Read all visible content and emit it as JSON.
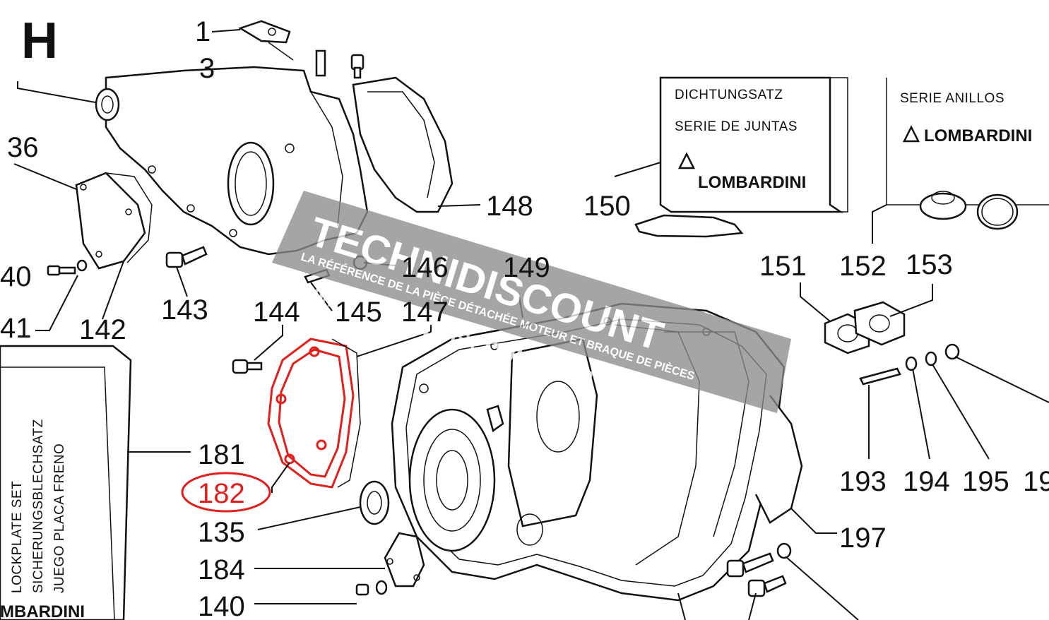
{
  "section_letter": "H",
  "callouts": {
    "c1": "1",
    "c3": "3",
    "c36": "36",
    "c40": "40",
    "c41": "41",
    "c142": "142",
    "c143": "143",
    "c144": "144",
    "c145": "145",
    "c146": "146",
    "c147": "147",
    "c148": "148",
    "c149": "149",
    "c150": "150",
    "c151": "151",
    "c152": "152",
    "c153": "153",
    "c181": "181",
    "c182": "182",
    "c135": "135",
    "c184": "184",
    "c140": "140",
    "c193": "193",
    "c194": "194",
    "c195": "195",
    "c196": "19",
    "c197": "197"
  },
  "kit_boxes": {
    "gasket_set": {
      "line1": "DICHTUNGSATZ",
      "line2": "SERIE DE JUNTAS",
      "brand": "LOMBARDINI"
    },
    "ring_set": {
      "line1": "SERIE ANILLOS",
      "brand": "LOMBARDINI"
    },
    "lockplate_set": {
      "line1": "LOCKPLATE SET",
      "line2": "SICHERUNGSBLECHSATZ",
      "line3": "JUEGO PLACA FRENO",
      "brand": "MBARDINI"
    }
  },
  "watermark": {
    "line1": "TECHNIDISCOUNT",
    "line2": "LA RÉFÉRENCE DE LA PIÈCE DÉTACHÉE MOTEUR ET BRAQUE DE PIÈCES",
    "url": "WWW.TECHNIDISCOUNT.COM"
  },
  "colors": {
    "highlight": "#e0201c",
    "ink": "#111111",
    "watermark_band": "#8c8c8c"
  }
}
